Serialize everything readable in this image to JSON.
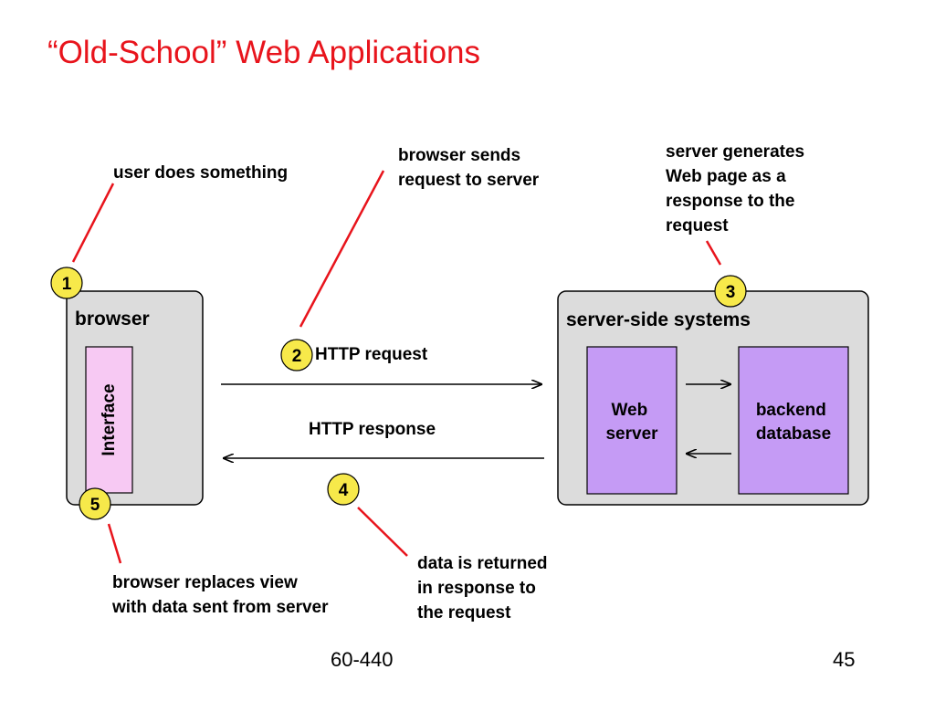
{
  "slide": {
    "title": "“Old-School” Web Applications",
    "footer_course": "60-440",
    "page_number": "45"
  },
  "diagram": {
    "browser_box": {
      "label": "browser",
      "interface_label": "Interface"
    },
    "server_box": {
      "label": "server-side systems",
      "web_server_lines": [
        "Web",
        "server"
      ],
      "backend_lines": [
        "backend",
        "database"
      ]
    },
    "arrows": {
      "request_label": "HTTP request",
      "response_label": "HTTP response"
    },
    "steps": [
      {
        "number": "1",
        "lines": [
          "user does something"
        ]
      },
      {
        "number": "2",
        "lines": [
          "browser sends",
          "request to server"
        ]
      },
      {
        "number": "3",
        "lines": [
          "server generates",
          "Web page as a",
          "response to the",
          "request"
        ]
      },
      {
        "number": "4",
        "lines": [
          "data is returned",
          "in response to",
          "the request"
        ]
      },
      {
        "number": "5",
        "lines": [
          "browser replaces view",
          "with data sent from server"
        ]
      }
    ],
    "colors": {
      "title": "#e8141c",
      "callout_line": "#e8141c",
      "box_fill": "#dcdcdc",
      "interface_fill": "#f7c9f3",
      "server_component_fill": "#c59bf5",
      "step_badge_fill": "#f7e94a"
    }
  }
}
